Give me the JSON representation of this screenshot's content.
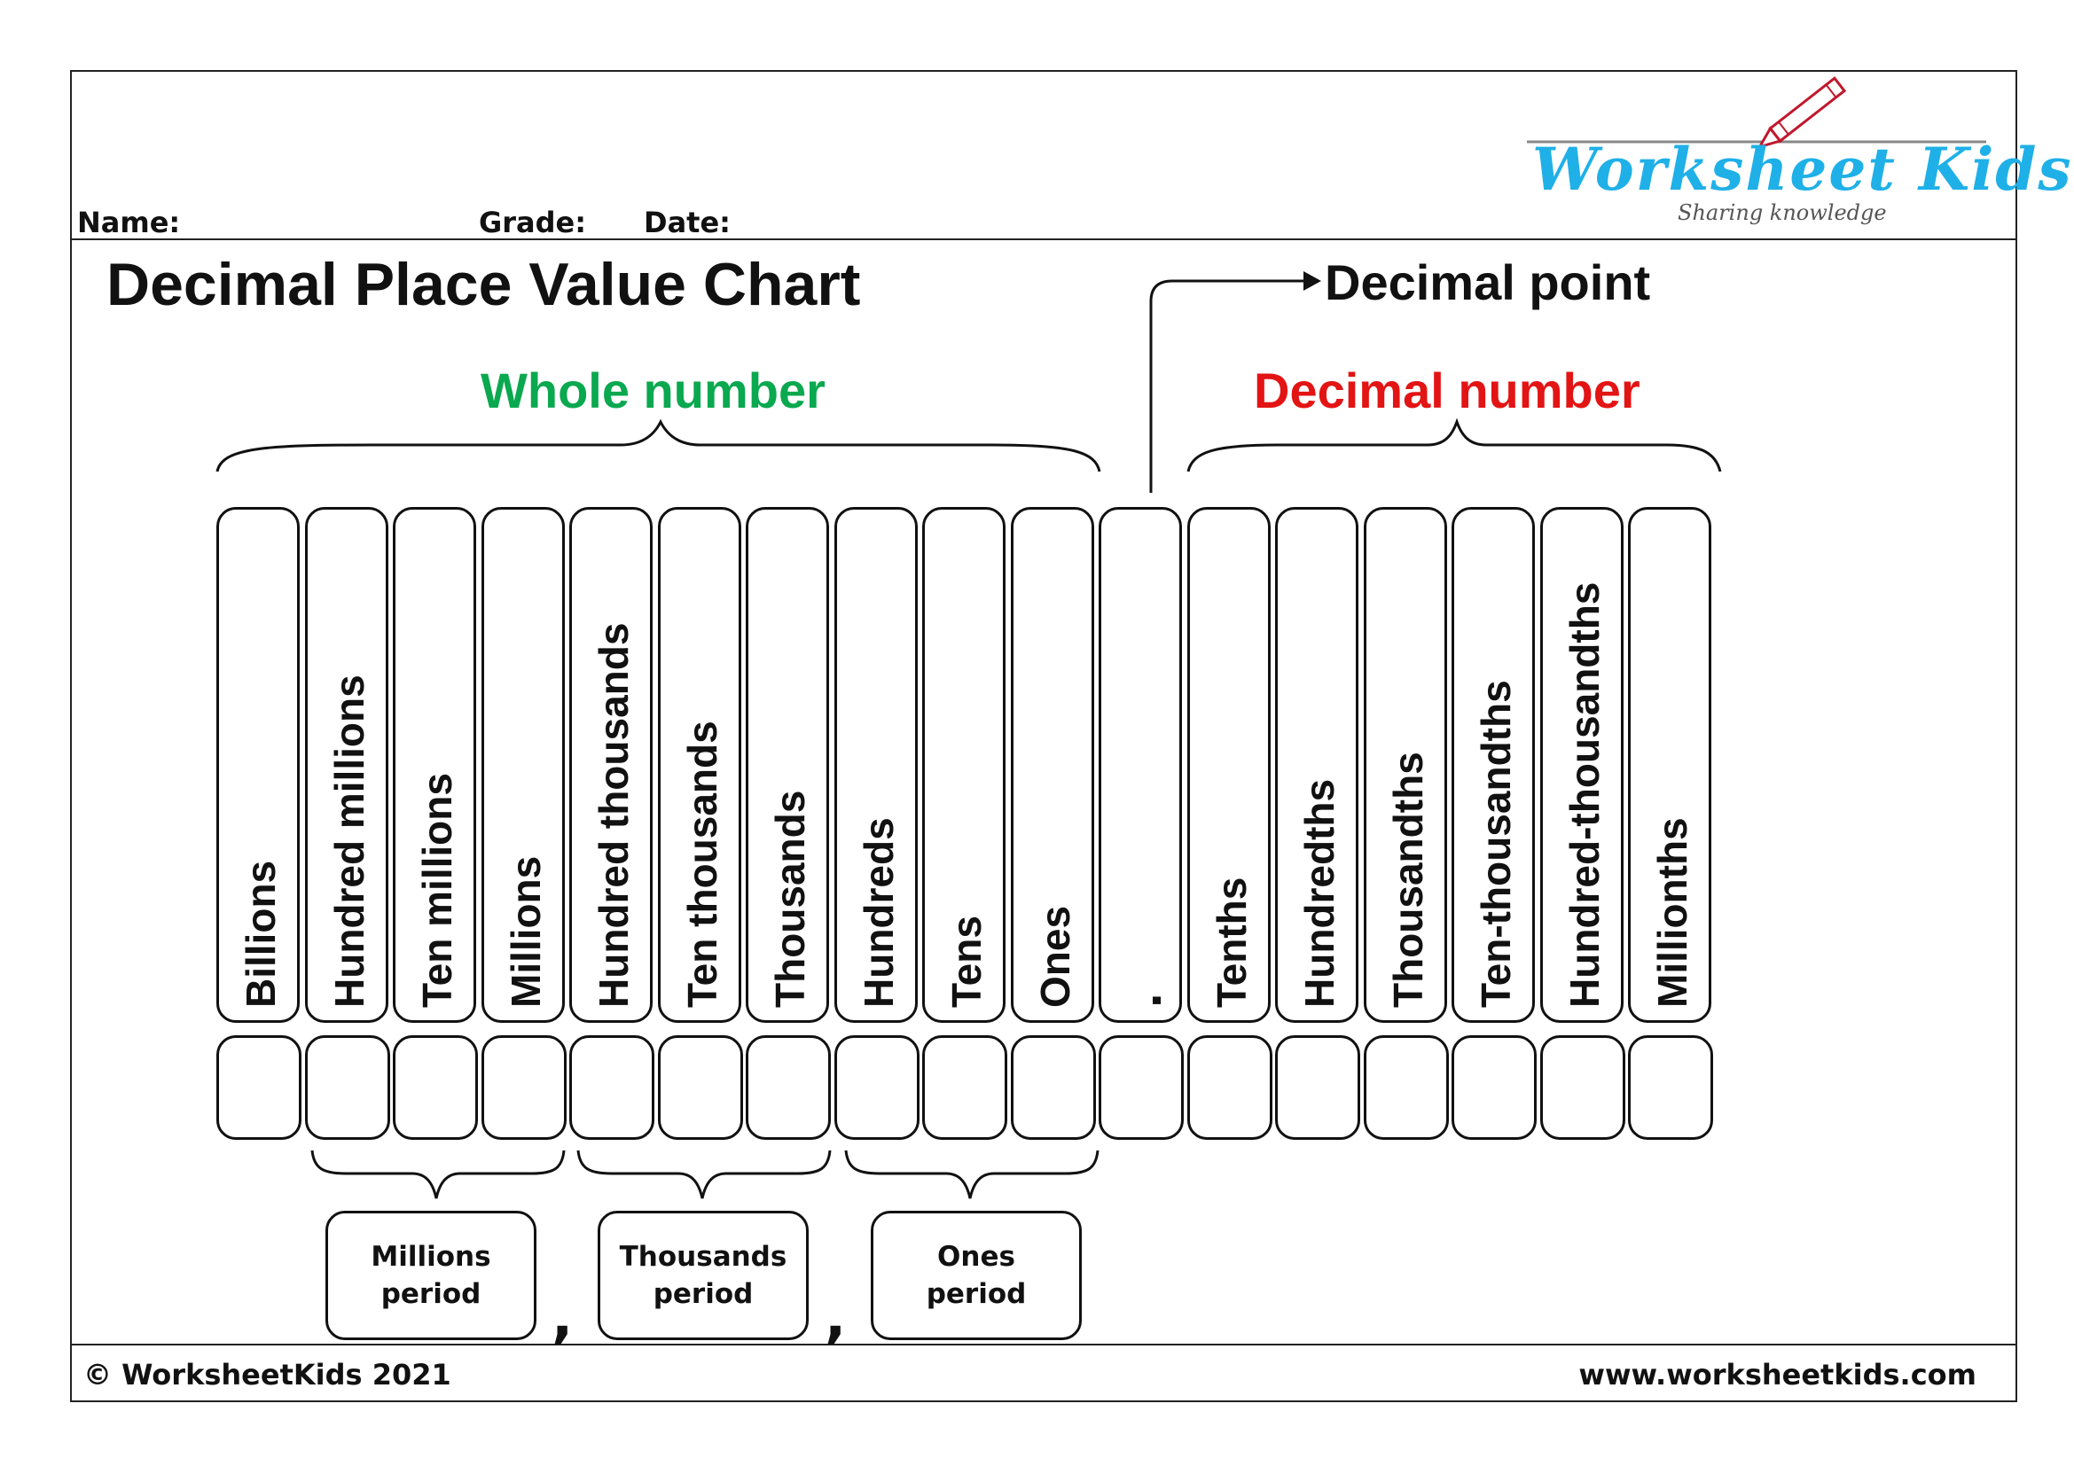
{
  "header": {
    "name_label": "Name:",
    "grade_label": "Grade:",
    "date_label": "Date:",
    "logo_text": "Worksheet Kids",
    "logo_tagline": "Sharing knowledge",
    "logo_icon": "pencil-icon",
    "logo_color": "#1fb0e8"
  },
  "title": "Decimal Place Value Chart",
  "decimal_point_label": "Decimal point",
  "groups": {
    "whole": {
      "label": "Whole number",
      "color": "#0aa84f"
    },
    "decimal": {
      "label": "Decimal number",
      "color": "#e31414"
    }
  },
  "columns": [
    "Billions",
    "Hundred millions",
    "Ten millions",
    "Millions",
    "Hundred thousands",
    "Ten thousands",
    "Thousands",
    "Hundreds",
    "Tens",
    "Ones",
    ".",
    "Tenths",
    "Hundredths",
    "Thousandths",
    "Ten-thousandths",
    "Hundred-thousandths",
    "Millionths"
  ],
  "periods": [
    {
      "line1": "Millions",
      "line2": "period"
    },
    {
      "line1": "Thousands",
      "line2": "period"
    },
    {
      "line1": "Ones",
      "line2": "period"
    }
  ],
  "separators": [
    ",",
    ","
  ],
  "footer": {
    "copyright": "© WorksheetKids 2021",
    "website": "www.worksheetkids.com"
  }
}
